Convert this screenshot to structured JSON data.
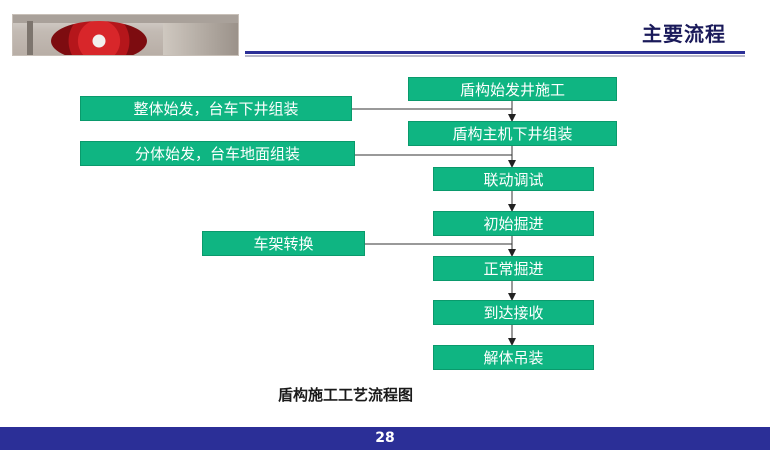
{
  "header": {
    "title": "主要流程"
  },
  "flow": {
    "main_steps": [
      "盾构始发井施工",
      "盾构主机下井组装",
      "联动调试",
      "初始掘进",
      "正常掘进",
      "到达接收",
      "解体吊装"
    ],
    "side_inputs": [
      "整体始发，台车下井组装",
      "分体始发，台车地面组装",
      "车架转换"
    ]
  },
  "caption": "盾构施工工艺流程图",
  "footer": {
    "page_number": "28"
  },
  "colors": {
    "box_fill": "#0fb582",
    "accent": "#2b2f97"
  }
}
